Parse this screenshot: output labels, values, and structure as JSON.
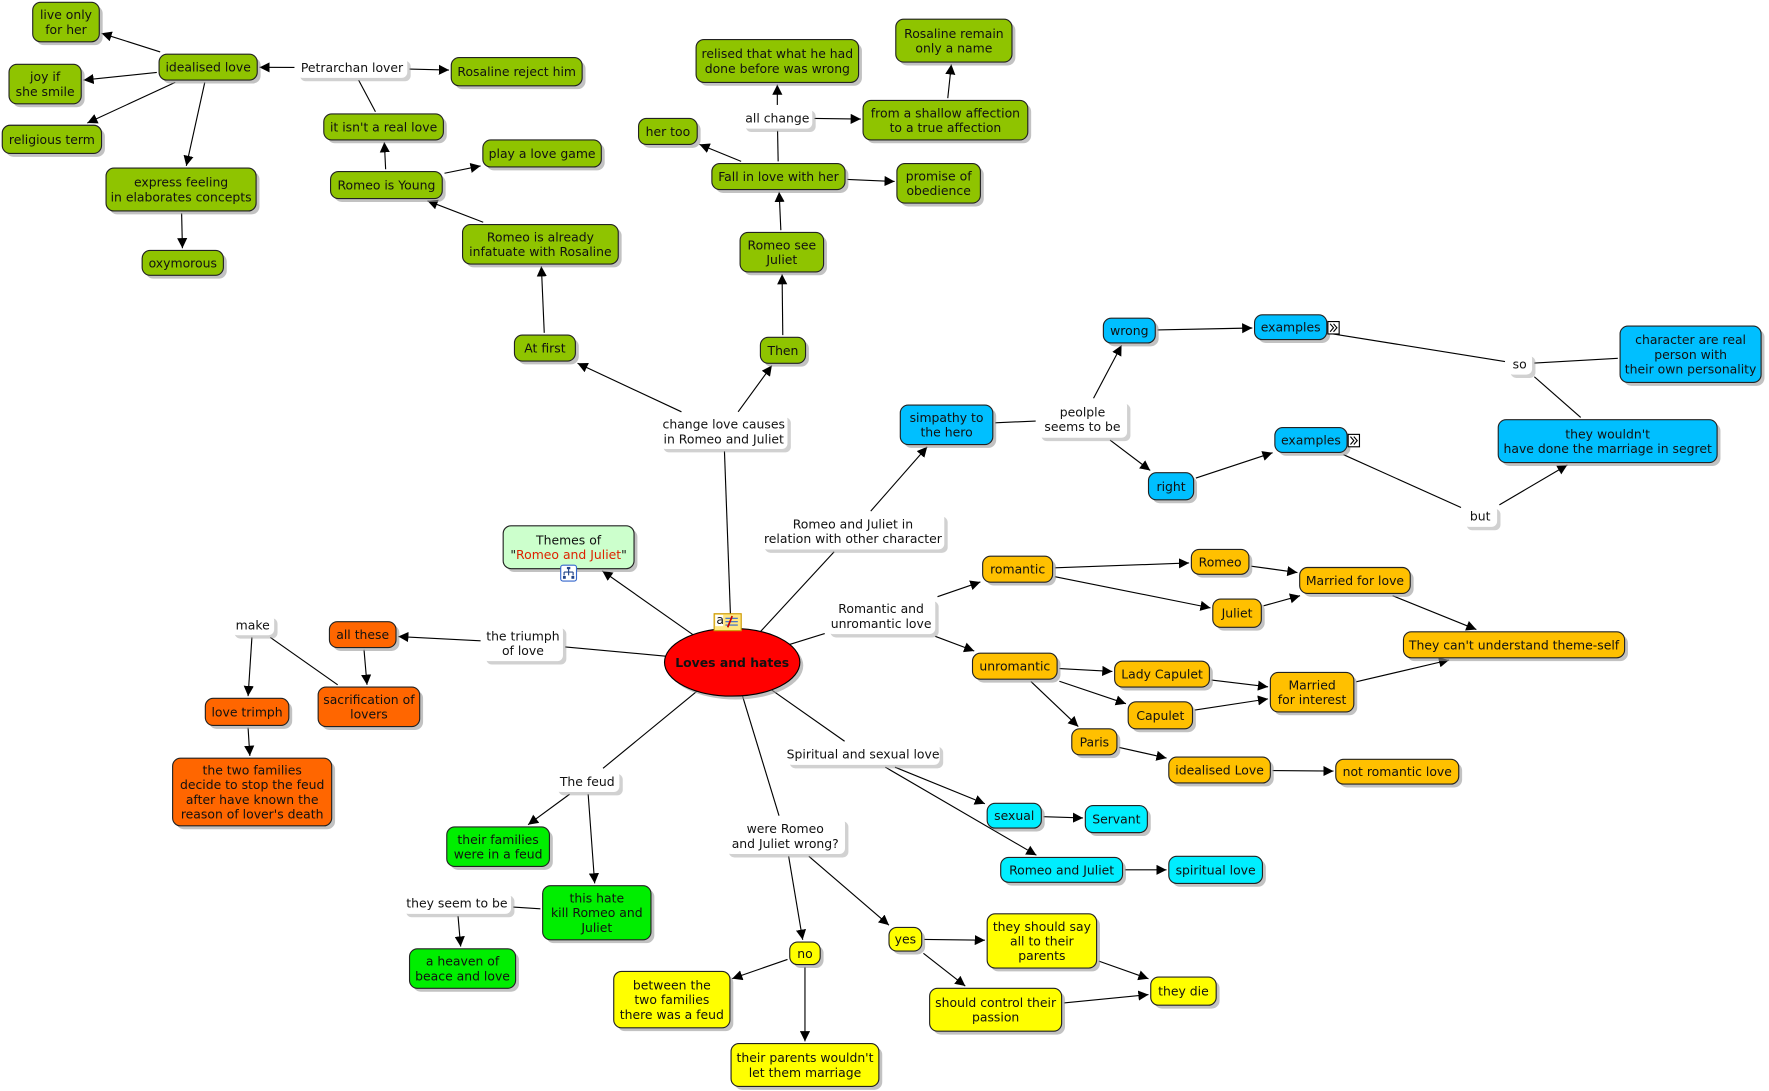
{
  "title": "Loves and hates",
  "colors": {
    "green": "#8fc400",
    "blue": "#00bfff",
    "orange": "#ff6600",
    "bright_green": "#00ee00",
    "yellow": "#ffff00",
    "amber": "#ffc000",
    "aqua": "#00eeff",
    "link": "#ffffff",
    "center": "#ff0000",
    "theme": "#ccffcc",
    "theme_accent": "#dd2200"
  },
  "nodes": [
    {
      "id": "center",
      "type": "center",
      "lines": [
        "Loves and hates"
      ],
      "icon": "note-icon"
    },
    {
      "id": "liveonly",
      "type": "green",
      "lines": [
        "live only",
        "for her"
      ]
    },
    {
      "id": "joy",
      "type": "green",
      "lines": [
        "joy if",
        "she smile"
      ]
    },
    {
      "id": "religious",
      "type": "green",
      "lines": [
        "religious term"
      ]
    },
    {
      "id": "idealised",
      "type": "green",
      "lines": [
        "idealised love"
      ]
    },
    {
      "id": "petrarchan",
      "type": "link",
      "lines": [
        "Petrarchan lover"
      ]
    },
    {
      "id": "rosreject",
      "type": "green",
      "lines": [
        "Rosaline reject him"
      ]
    },
    {
      "id": "notreal",
      "type": "green",
      "lines": [
        "it isn't a real love"
      ]
    },
    {
      "id": "express",
      "type": "green",
      "lines": [
        "express feeling",
        "in elaborates concepts"
      ]
    },
    {
      "id": "oxy",
      "type": "green",
      "lines": [
        "oxymorous"
      ]
    },
    {
      "id": "young",
      "type": "green",
      "lines": [
        "Romeo is Young"
      ]
    },
    {
      "id": "game",
      "type": "green",
      "lines": [
        "play a love game"
      ]
    },
    {
      "id": "infatuate",
      "type": "green",
      "lines": [
        "Romeo is already",
        "infatuate with Rosaline"
      ]
    },
    {
      "id": "atfirst",
      "type": "green",
      "lines": [
        "At first"
      ]
    },
    {
      "id": "then",
      "type": "green",
      "lines": [
        "Then"
      ]
    },
    {
      "id": "see",
      "type": "green",
      "lines": [
        "Romeo see",
        "Juliet"
      ]
    },
    {
      "id": "fall",
      "type": "green",
      "lines": [
        "Fall in love with her"
      ]
    },
    {
      "id": "hertoo",
      "type": "green",
      "lines": [
        "her too"
      ]
    },
    {
      "id": "allchange",
      "type": "link",
      "lines": [
        "all change"
      ]
    },
    {
      "id": "relised",
      "type": "green",
      "lines": [
        "relised that what he had",
        "done before was wrong"
      ]
    },
    {
      "id": "rosname",
      "type": "green",
      "lines": [
        "Rosaline remain",
        "only a name"
      ]
    },
    {
      "id": "shallow",
      "type": "green",
      "lines": [
        "from a shallow affection",
        "to a true affection"
      ]
    },
    {
      "id": "promise",
      "type": "green",
      "lines": [
        "promise of",
        "obedience"
      ]
    },
    {
      "id": "change",
      "type": "link",
      "lines": [
        "change love causes",
        "in Romeo and Juliet"
      ]
    },
    {
      "id": "themes",
      "type": "theme",
      "lines": [
        "Themes of",
        [
          "\"",
          "Romeo and Juliet",
          "\""
        ]
      ],
      "icon": "submap-icon"
    },
    {
      "id": "triumph",
      "type": "link",
      "lines": [
        "the triumph",
        "of love"
      ]
    },
    {
      "id": "allthese",
      "type": "orange",
      "lines": [
        "all these"
      ]
    },
    {
      "id": "make",
      "type": "link",
      "lines": [
        "make"
      ]
    },
    {
      "id": "sacrif",
      "type": "orange",
      "lines": [
        "sacrification of",
        "lovers"
      ]
    },
    {
      "id": "trimph",
      "type": "orange",
      "lines": [
        "love trimph"
      ]
    },
    {
      "id": "twofam",
      "type": "orange",
      "lines": [
        "the two families",
        "decide to stop the feud",
        "after have known the",
        "reason of lover's death"
      ]
    },
    {
      "id": "feud",
      "type": "link",
      "lines": [
        "The feud"
      ]
    },
    {
      "id": "infeud",
      "type": "bright_green",
      "lines": [
        "their families",
        "were in a feud"
      ]
    },
    {
      "id": "hate",
      "type": "bright_green",
      "lines": [
        "this hate",
        "kill Romeo and",
        "Juliet"
      ]
    },
    {
      "id": "seem",
      "type": "link",
      "lines": [
        "they seem to be"
      ]
    },
    {
      "id": "heaven",
      "type": "bright_green",
      "lines": [
        "a heaven of",
        "beace and love"
      ]
    },
    {
      "id": "wrongq",
      "type": "link",
      "lines": [
        "were Romeo",
        "and Juliet wrong?"
      ]
    },
    {
      "id": "no",
      "type": "yellow",
      "lines": [
        "no"
      ]
    },
    {
      "id": "between",
      "type": "yellow",
      "lines": [
        "between the",
        "two families",
        "there was a feud"
      ]
    },
    {
      "id": "parents",
      "type": "yellow",
      "lines": [
        "their parents wouldn't",
        "let them marriage"
      ]
    },
    {
      "id": "yes",
      "type": "yellow",
      "lines": [
        "yes"
      ]
    },
    {
      "id": "saysall",
      "type": "yellow",
      "lines": [
        "they should say",
        "all to their",
        "parents"
      ]
    },
    {
      "id": "control",
      "type": "yellow",
      "lines": [
        "should control their",
        "passion"
      ]
    },
    {
      "id": "die",
      "type": "yellow",
      "lines": [
        "they die"
      ]
    },
    {
      "id": "spiritual",
      "type": "link",
      "lines": [
        "Spiritual and sexual love"
      ]
    },
    {
      "id": "sexual",
      "type": "aqua",
      "lines": [
        "sexual"
      ]
    },
    {
      "id": "servant",
      "type": "aqua",
      "lines": [
        "Servant"
      ]
    },
    {
      "id": "rj",
      "type": "aqua",
      "lines": [
        "Romeo and Juliet"
      ]
    },
    {
      "id": "spirlove",
      "type": "aqua",
      "lines": [
        "spiritual love"
      ]
    },
    {
      "id": "relation",
      "type": "link",
      "lines": [
        "Romeo and Juliet in",
        "relation with other character"
      ]
    },
    {
      "id": "simpathy",
      "type": "blue",
      "lines": [
        "simpathy to",
        "the hero"
      ]
    },
    {
      "id": "peolple",
      "type": "link",
      "lines": [
        "peolple",
        "seems to be"
      ]
    },
    {
      "id": "wrong",
      "type": "blue",
      "lines": [
        "wrong"
      ]
    },
    {
      "id": "ex1",
      "type": "blue",
      "lines": [
        "examples"
      ],
      "icon": "expand-icon"
    },
    {
      "id": "right",
      "type": "blue",
      "lines": [
        "right"
      ]
    },
    {
      "id": "ex2",
      "type": "blue",
      "lines": [
        "examples"
      ],
      "icon": "expand-icon"
    },
    {
      "id": "so",
      "type": "link",
      "lines": [
        "so"
      ]
    },
    {
      "id": "but",
      "type": "link",
      "lines": [
        "but"
      ]
    },
    {
      "id": "realperson",
      "type": "blue",
      "lines": [
        "character are real",
        "person with",
        "their own personality"
      ]
    },
    {
      "id": "segret",
      "type": "blue",
      "lines": [
        "they wouldn't",
        "have done the marriage in segret"
      ]
    },
    {
      "id": "romunrom",
      "type": "link",
      "lines": [
        "Romantic and",
        "unromantic love"
      ]
    },
    {
      "id": "romantic",
      "type": "amber",
      "lines": [
        "romantic"
      ]
    },
    {
      "id": "romeo",
      "type": "amber",
      "lines": [
        "Romeo"
      ]
    },
    {
      "id": "juliet",
      "type": "amber",
      "lines": [
        "Juliet"
      ]
    },
    {
      "id": "marlove",
      "type": "amber",
      "lines": [
        "Married for love"
      ]
    },
    {
      "id": "cant",
      "type": "amber",
      "lines": [
        "They can't understand theme-self"
      ]
    },
    {
      "id": "unromantic",
      "type": "amber",
      "lines": [
        "unromantic"
      ]
    },
    {
      "id": "lady",
      "type": "amber",
      "lines": [
        "Lady Capulet"
      ]
    },
    {
      "id": "capulet",
      "type": "amber",
      "lines": [
        "Capulet"
      ]
    },
    {
      "id": "marint",
      "type": "amber",
      "lines": [
        "Married",
        "for interest"
      ]
    },
    {
      "id": "paris",
      "type": "amber",
      "lines": [
        "Paris"
      ]
    },
    {
      "id": "idlove",
      "type": "amber",
      "lines": [
        "idealised Love"
      ]
    },
    {
      "id": "notrom",
      "type": "amber",
      "lines": [
        "not romantic love"
      ]
    }
  ],
  "edges": [
    [
      "petrarchan",
      "idealised",
      true
    ],
    [
      "petrarchan",
      "rosreject",
      true
    ],
    [
      "notreal",
      "petrarchan",
      false
    ],
    [
      "idealised",
      "liveonly",
      true
    ],
    [
      "idealised",
      "joy",
      true
    ],
    [
      "idealised",
      "religious",
      true
    ],
    [
      "idealised",
      "express",
      true
    ],
    [
      "express",
      "oxy",
      true
    ],
    [
      "young",
      "notreal",
      true
    ],
    [
      "young",
      "game",
      true
    ],
    [
      "infatuate",
      "young",
      true
    ],
    [
      "atfirst",
      "infatuate",
      true
    ],
    [
      "change",
      "atfirst",
      true
    ],
    [
      "change",
      "then",
      true
    ],
    [
      "then",
      "see",
      true
    ],
    [
      "see",
      "fall",
      true
    ],
    [
      "fall",
      "hertoo",
      true
    ],
    [
      "fall",
      "promise",
      true
    ],
    [
      "fall",
      "allchange",
      false
    ],
    [
      "allchange",
      "relised",
      true
    ],
    [
      "allchange",
      "shallow",
      true
    ],
    [
      "shallow",
      "rosname",
      true
    ],
    [
      "center",
      "change",
      false
    ],
    [
      "center",
      "themes",
      true
    ],
    [
      "center",
      "triumph",
      false
    ],
    [
      "triumph",
      "allthese",
      true
    ],
    [
      "allthese",
      "sacrif",
      true
    ],
    [
      "sacrif",
      "make",
      false
    ],
    [
      "make",
      "trimph",
      true
    ],
    [
      "trimph",
      "twofam",
      true
    ],
    [
      "center",
      "feud",
      false
    ],
    [
      "feud",
      "infeud",
      true
    ],
    [
      "feud",
      "hate",
      true
    ],
    [
      "hate",
      "seem",
      false
    ],
    [
      "seem",
      "heaven",
      true
    ],
    [
      "center",
      "wrongq",
      false
    ],
    [
      "wrongq",
      "no",
      true
    ],
    [
      "wrongq",
      "yes",
      true
    ],
    [
      "no",
      "between",
      true
    ],
    [
      "no",
      "parents",
      true
    ],
    [
      "yes",
      "saysall",
      true
    ],
    [
      "yes",
      "control",
      true
    ],
    [
      "saysall",
      "die",
      true
    ],
    [
      "control",
      "die",
      true
    ],
    [
      "center",
      "spiritual",
      false
    ],
    [
      "spiritual",
      "sexual",
      true
    ],
    [
      "spiritual",
      "rj",
      true
    ],
    [
      "sexual",
      "servant",
      true
    ],
    [
      "rj",
      "spirlove",
      true
    ],
    [
      "center",
      "relation",
      false
    ],
    [
      "relation",
      "simpathy",
      true
    ],
    [
      "simpathy",
      "peolple",
      false
    ],
    [
      "peolple",
      "wrong",
      true
    ],
    [
      "peolple",
      "right",
      true
    ],
    [
      "wrong",
      "ex1",
      true
    ],
    [
      "right",
      "ex2",
      true
    ],
    [
      "ex1",
      "so",
      false
    ],
    [
      "so",
      "realperson",
      false
    ],
    [
      "segret",
      "so",
      false
    ],
    [
      "ex2",
      "but",
      false
    ],
    [
      "but",
      "segret",
      true
    ],
    [
      "center",
      "romunrom",
      false
    ],
    [
      "romunrom",
      "romantic",
      true
    ],
    [
      "romunrom",
      "unromantic",
      true
    ],
    [
      "romantic",
      "romeo",
      true
    ],
    [
      "romantic",
      "juliet",
      true
    ],
    [
      "romeo",
      "marlove",
      true
    ],
    [
      "juliet",
      "marlove",
      true
    ],
    [
      "marlove",
      "cant",
      true
    ],
    [
      "unromantic",
      "lady",
      true
    ],
    [
      "unromantic",
      "capulet",
      true
    ],
    [
      "unromantic",
      "paris",
      true
    ],
    [
      "lady",
      "marint",
      true
    ],
    [
      "capulet",
      "marint",
      true
    ],
    [
      "marint",
      "cant",
      true
    ],
    [
      "paris",
      "idlove",
      true
    ],
    [
      "idlove",
      "notrom",
      true
    ]
  ]
}
